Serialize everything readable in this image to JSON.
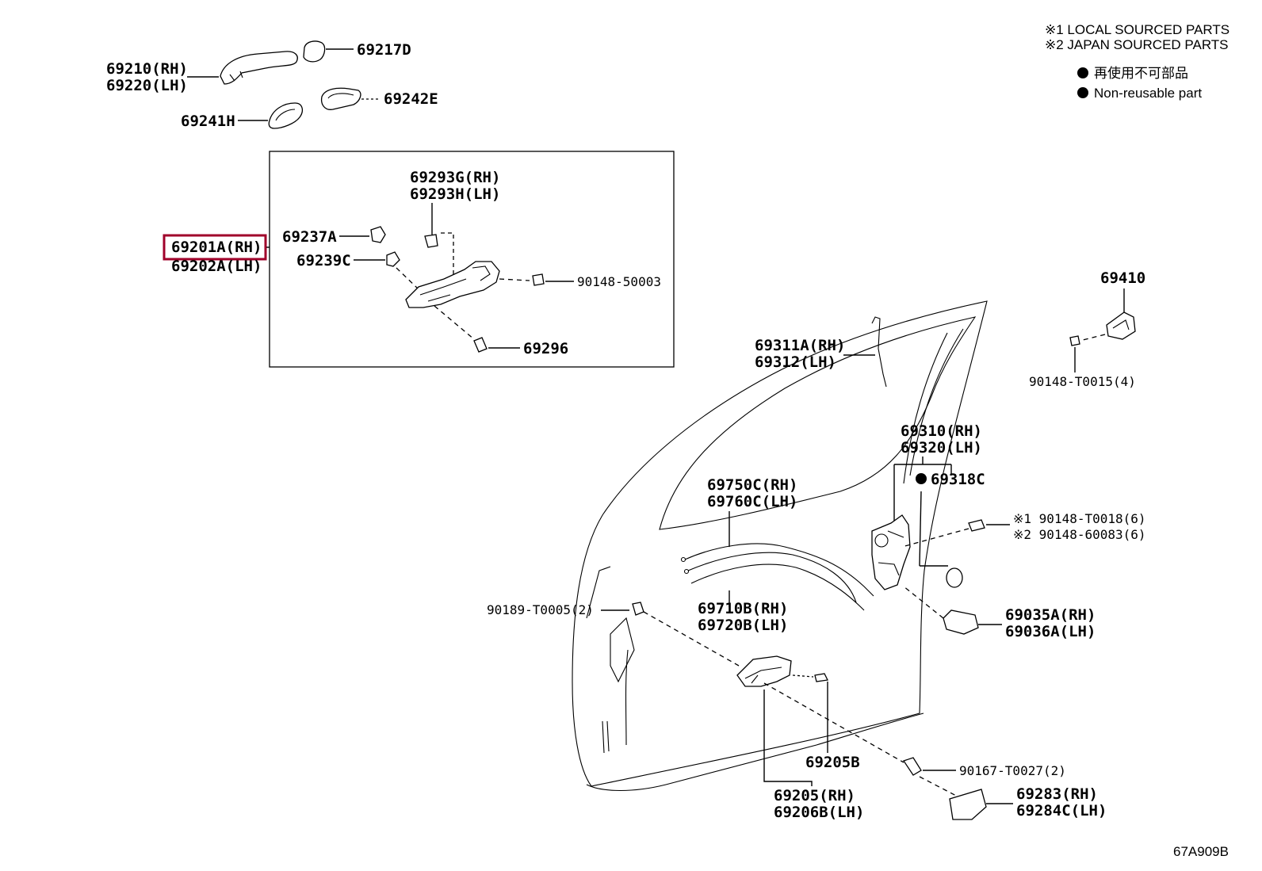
{
  "notes": {
    "local": "※1 LOCAL SOURCED PARTS",
    "japan": "※2 JAPAN SOURCED PARTS",
    "nonreuse_jp": "再使用不可部品",
    "nonreuse_en": "Non-reusable part"
  },
  "code": "67A909B",
  "highlight_color": "#a0002a",
  "labels": {
    "p69210": "69210(RH)",
    "p69220": "69220(LH)",
    "p69217D": "69217D",
    "p69242E": "69242E",
    "p69241H": "69241H",
    "p69293G": "69293G(RH)",
    "p69293H": "69293H(LH)",
    "p69237A": "69237A",
    "p69201A": "69201A(RH)",
    "p69202A": "69202A(LH)",
    "p69239C": "69239C",
    "p90148_50003": "90148-50003",
    "p69296": "69296",
    "p69410": "69410",
    "p90148_T0015": "90148-T0015(4)",
    "p69311A": "69311A(RH)",
    "p69312": "69312(LH)",
    "p69310": "69310(RH)",
    "p69320": "69320(LH)",
    "p69318C": "69318C",
    "p69750C": "69750C(RH)",
    "p69760C": "69760C(LH)",
    "p90148_T0018": "※1 90148-T0018(6)",
    "p90148_60083": "※2 90148-60083(6)",
    "p90189": "90189-T0005(2)",
    "p69710B": "69710B(RH)",
    "p69720B": "69720B(LH)",
    "p69035A": "69035A(RH)",
    "p69036A": "69036A(LH)",
    "p69205B": "69205B",
    "p90167": "90167-T0027(2)",
    "p69205": "69205(RH)",
    "p69206B": "69206B(LH)",
    "p69283": "69283(RH)",
    "p69284C": "69284C(LH)"
  }
}
